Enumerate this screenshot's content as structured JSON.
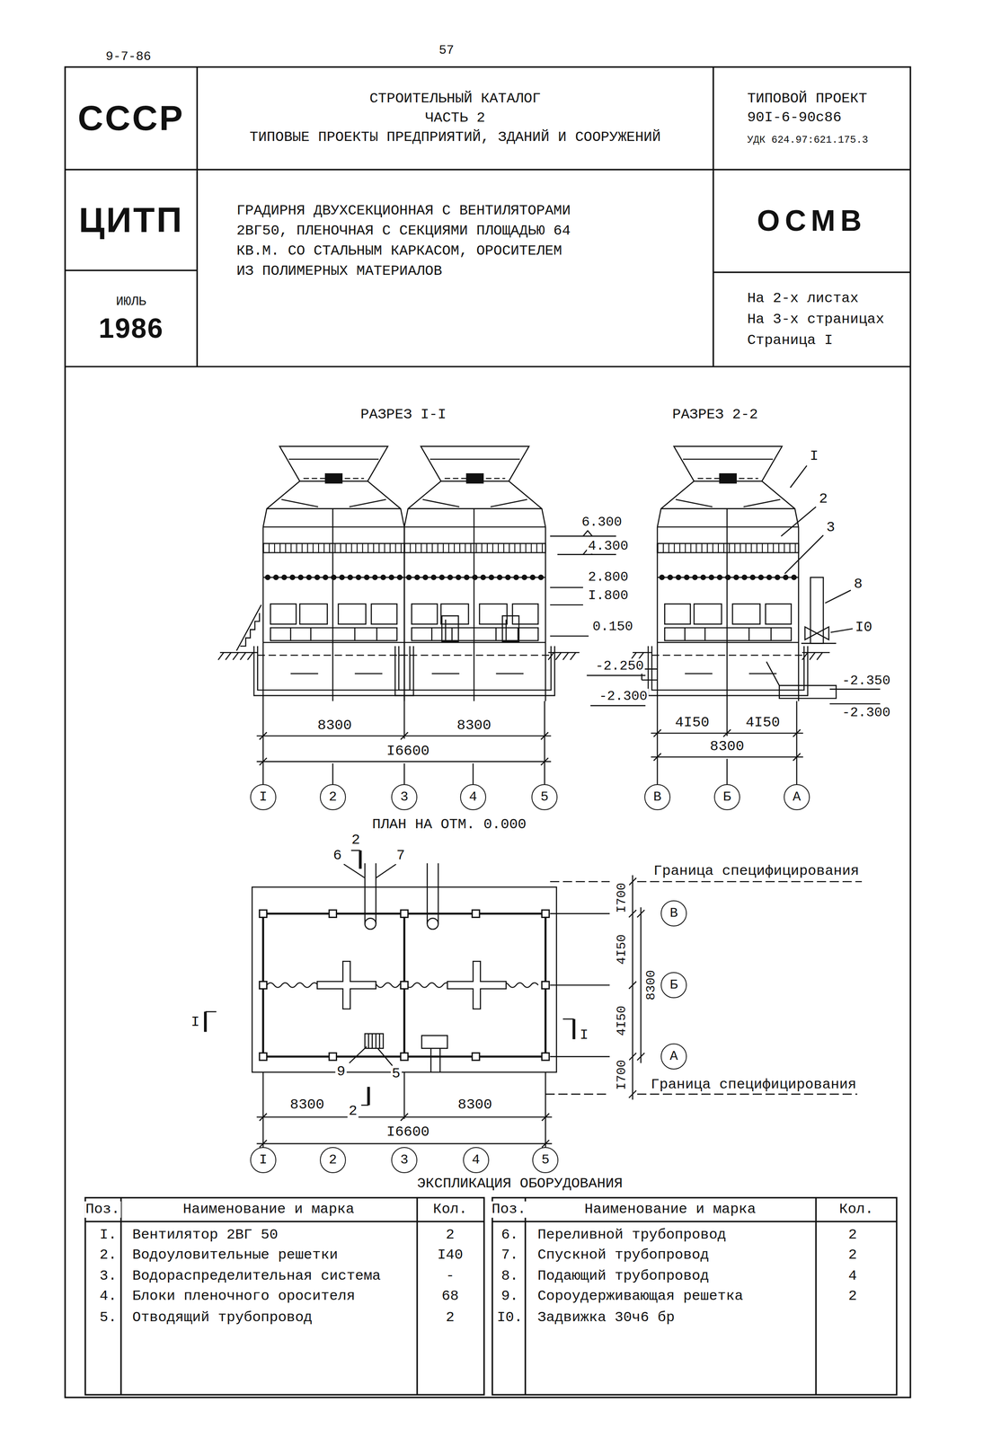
{
  "diagram": {
    "nodes": [
      {
        "text": [
          "СССР"
        ]
      },
      {
        "text": [
          "СТРОИТЕЛЬНЫЙ КАТАЛОГ ЧАСТЬ 2",
          "ТИПОВЫЕ ПРОЕКТЫ ПРЕДПРИЯТИЙ, ЗДАНИЙ И СООРУЖЕНИЙ"
        ]
      },
      {
        "text": [
          "ТИПОВОЙ ПРОЕКТ 90I-6-90с86",
          "УДК 624.97:621.175.3"
        ]
      },
      {
        "text": [
          "ЦИТП"
        ]
      },
      {
        "text": [
          "ГРАДИРНЯ ДВУХСЕКЦИОННАЯ С ВЕНТИЛЯТОРАМИ 2ВГ50, ПЛЕНОЧНАЯ С СЕКЦИЯМИ ПЛОЩАДЬЮ 64 КВ.М. СО СТАЛЬНЫМ КАРКАСОМ, ОРОСИТЕЛЕМ ИЗ ПОЛИМЕРНЫХ МАТЕРИАЛОВ"
        ]
      },
      {
        "text": [
          "ОСМВ"
        ]
      },
      {
        "text": [
          "ИЮЛЬ",
          "1986"
        ]
      },
      {
        "text": [
          "На 2-х листах",
          "На 3-х страницах",
          "Страница I"
        ]
      },
      {
        "text": [
          "I"
        ]
      },
      {
        "text": [
          "2"
        ]
      },
      {
        "text": [
          "3"
        ]
      },
      {
        "text": [
          "4"
        ]
      },
      {
        "text": [
          "5"
        ]
      },
      {
        "text": [
          "В"
        ]
      },
      {
        "text": [
          "Б"
        ]
      },
      {
        "text": [
          "А"
        ]
      },
      {
        "text": [
          "I"
        ]
      },
      {
        "text": [
          "2"
        ]
      },
      {
        "text": [
          "3"
        ]
      },
      {
        "text": [
          "4"
        ]
      },
      {
        "text": [
          "5"
        ]
      },
      {
        "text": [
          "В"
        ]
      },
      {
        "text": [
          "Б"
        ]
      },
      {
        "text": [
          "А"
        ]
      }
    ],
    "labels": [
      "9-7-86",
      "57",
      "РАЗРЕЗ I-I",
      "РАЗРЕЗ 2-2",
      "I",
      "2",
      "3",
      "8",
      "I0",
      "6.300",
      "4.300",
      "2.800",
      "I.800",
      "0.150",
      "-2.250",
      "-2.300",
      "-2.350",
      "-2.300",
      "8300",
      "8300",
      "I6600",
      "4I50",
      "4I50",
      "8300",
      "ПЛАН НА ОТМ. 0.000",
      "2",
      "6",
      "7",
      "Граница специфицирования",
      "I700",
      "4I50",
      "8300",
      "4I50",
      "I700",
      "Граница специфицирования",
      "I",
      "I",
      "9",
      "5",
      "2",
      "8300",
      "8300",
      "I6600",
      "ЭКСПЛИКАЦИЯ ОБОРУДОВАНИЯ",
      "Поз.",
      "Наименование и марка",
      "Кол.",
      "I.",
      "Вентилятор 2ВГ 50",
      "2",
      "2.",
      "Водоуловительные решетки",
      "I40",
      "3.",
      "Водораспределительная система",
      "-",
      "4.",
      "Блоки пленочного оросителя",
      "68",
      "5.",
      "Отводящий трубопровод",
      "2",
      "Поз.",
      "Наименование и марка",
      "Кол.",
      "6.",
      "Переливной трубопровод",
      "2",
      "7.",
      "Спускной трубопровод",
      "2",
      "8.",
      "Подающий трубопровод",
      "4",
      "9.",
      "Сороудерживающая решетка",
      "2",
      "I0.",
      "Задвижка 30ч6 бр"
    ]
  }
}
